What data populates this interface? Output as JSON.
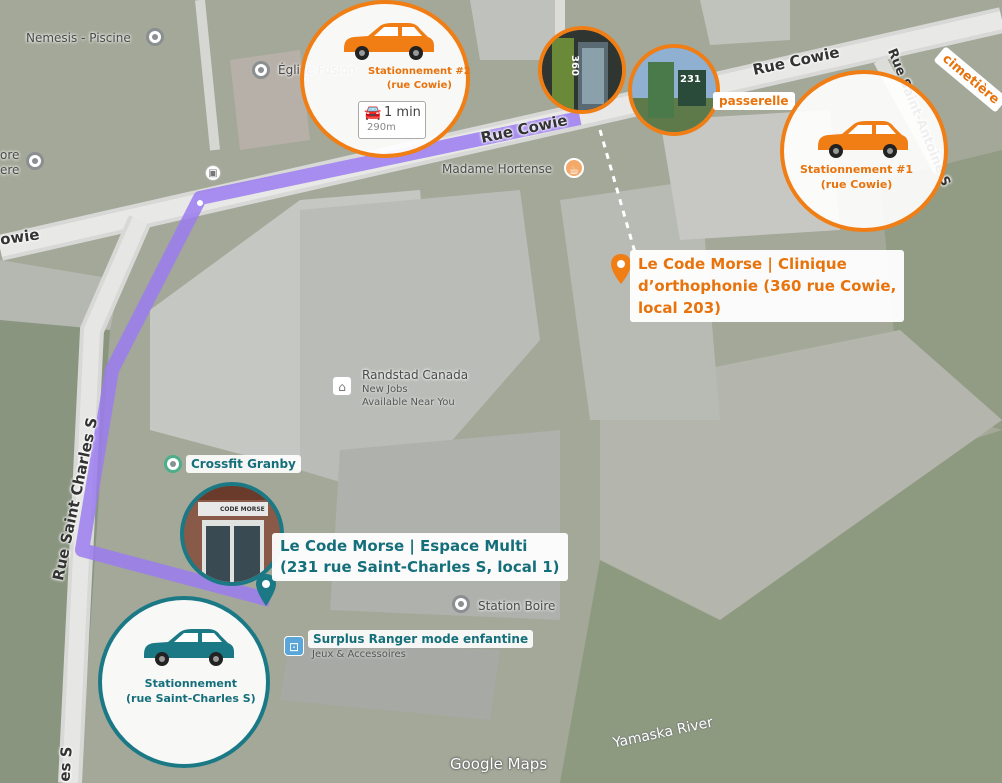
{
  "streets": {
    "rue_cowie_1": "Rue Cowie",
    "rue_cowie_2": "Rue Cowie",
    "rue_cowie_left": "owie",
    "rue_saint_charles": "Rue Saint Charles S",
    "rue_saint_charles_bottom": "es S",
    "rue_saint_antoine": "Rue Saint-Antoine S",
    "yamaska": "Yamaska River",
    "cimetiere": "cimetière"
  },
  "pois": {
    "nemesis": "Nemesis - Piscine",
    "eglise": "Église Fusion",
    "madame_hortense": "Madame Hortense",
    "randstad": "Randstad Canada",
    "randstad_sub1": "New Jobs",
    "randstad_sub2": "Available Near You",
    "crossfit": "Crossfit Granby",
    "station_boire": "Station Boire",
    "surplus": "Surplus Ranger mode enfantine",
    "surplus_sub": "Jeux & Accessoires",
    "left_cut_1": "ore",
    "left_cut_2": "ere"
  },
  "parking": {
    "p2_line1": "Stationnement #2",
    "p2_line2": "(rue Cowie)",
    "p1_line1": "Stationnement #1",
    "p1_line2": "(rue Cowie)",
    "p3_line1": "Stationnement",
    "p3_line2": "(rue Saint-Charles S)"
  },
  "duration": {
    "time": "1 min",
    "distance": "290m"
  },
  "callouts": {
    "passerelle": "passerelle"
  },
  "photos": {
    "door_number": "360",
    "sign_number": "231",
    "sign_brand": "CODE MORSE"
  },
  "clinique": {
    "line1": "Le Code Morse | Clinique",
    "line2": "d’orthophonie (360 rue Cowie,",
    "line3": "local 203)"
  },
  "espace": {
    "line1": "Le Code Morse | Espace Multi",
    "line2": "(231 rue Saint-Charles S, local 1)"
  },
  "attribution": "Google Maps",
  "colors": {
    "orange": "#f07e14",
    "teal": "#1b7986",
    "route": "#9b7cf0"
  }
}
